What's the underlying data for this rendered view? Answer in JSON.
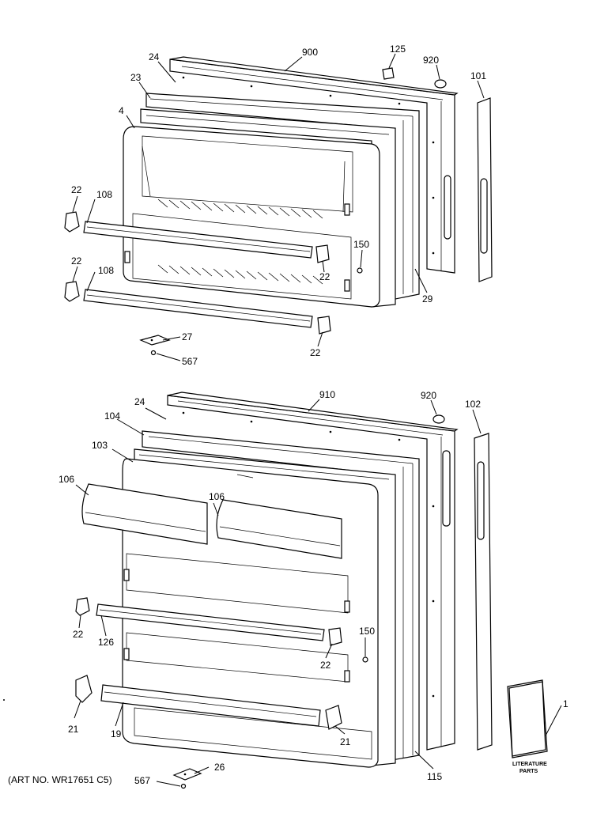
{
  "labels": {
    "p24_top": "24",
    "p900": "900",
    "p125": "125",
    "p920_top": "920",
    "p101": "101",
    "p23": "23",
    "p4": "4",
    "p22_a": "22",
    "p108_a": "108",
    "p22_b": "22",
    "p108_b": "108",
    "p150_top": "150",
    "p22_c": "22",
    "p29": "29",
    "p27": "27",
    "p22_d": "22",
    "p567_top": "567",
    "p24_bot": "24",
    "p910": "910",
    "p920_bot": "920",
    "p102": "102",
    "p104": "104",
    "p103": "103",
    "p106_a": "106",
    "p106_b": "106",
    "p22_e": "22",
    "p126": "126",
    "p150_bot": "150",
    "p22_f": "22",
    "p21_a": "21",
    "p19": "19",
    "p21_b": "21",
    "p115": "115",
    "p1": "1",
    "p26": "26",
    "p567_bot": "567",
    "art_no": "(ART NO. WR17651 C5)",
    "literature_1": "LITERATURE",
    "literature_2": "PARTS"
  }
}
